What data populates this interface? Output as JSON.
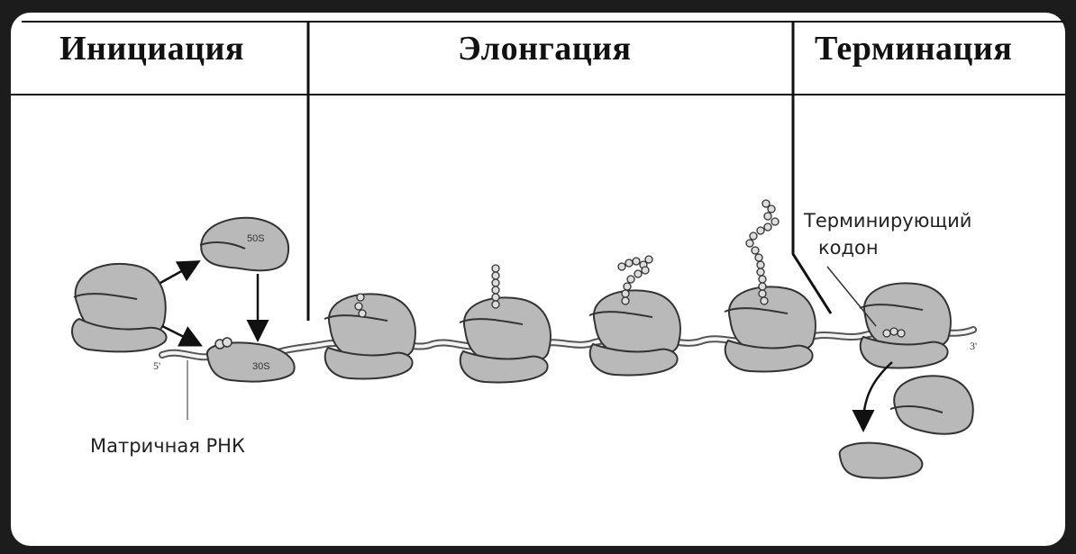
{
  "stages": {
    "initiation": "Инициация",
    "elongation": "Элонгация",
    "termination": "Терминация"
  },
  "labels": {
    "mrna": "Матричная РНК",
    "terminating_codon_line1": "Терминирующий",
    "terminating_codon_line2": "кодон",
    "five_prime": "5'",
    "three_prime": "3'",
    "large_subunit": "50S",
    "small_subunit": "30S"
  },
  "colors": {
    "ribosome_fill": "#b9b9b9",
    "ribosome_stroke": "#333333",
    "line": "#111111"
  }
}
